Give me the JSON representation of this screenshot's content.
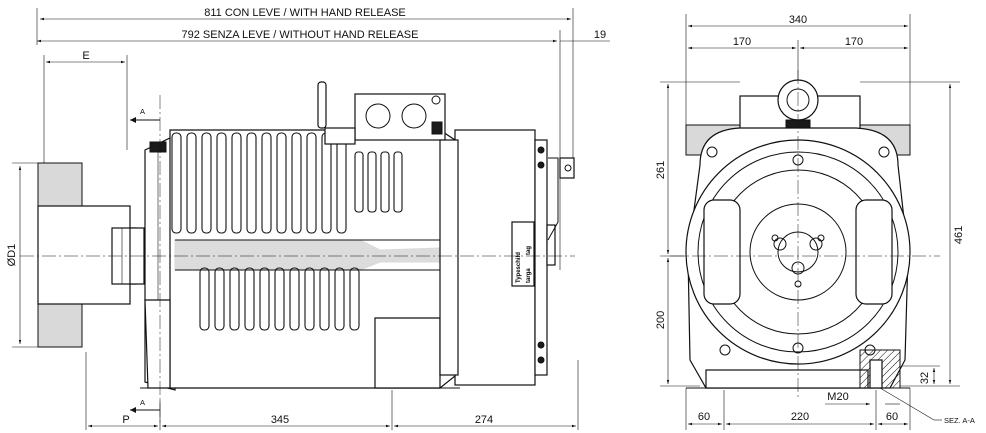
{
  "side_view": {
    "dims": {
      "overall_with_release": "811 CON LEVE / WITH HAND RELEASE",
      "overall_without_release": "792 SENZA LEVE / WITHOUT HAND RELEASE",
      "release_offset": "19",
      "flange": "E",
      "diameter": "ØD1",
      "pulley_offset": "P",
      "body_length": "345",
      "brake_length": "274"
    },
    "section_marks": [
      "A",
      "A"
    ],
    "nameplate": [
      "Typeschild",
      "targa",
      "tag"
    ]
  },
  "front_view": {
    "dims": {
      "total_width": "340",
      "half_left": "170",
      "half_right": "170",
      "upper_height": "261",
      "lower_height": "200",
      "total_height": "461",
      "foot_height": "32",
      "base_left": "60",
      "base_center": "220",
      "base_right": "60",
      "thread": "M20"
    },
    "section_note": "SEZ. A-A"
  }
}
